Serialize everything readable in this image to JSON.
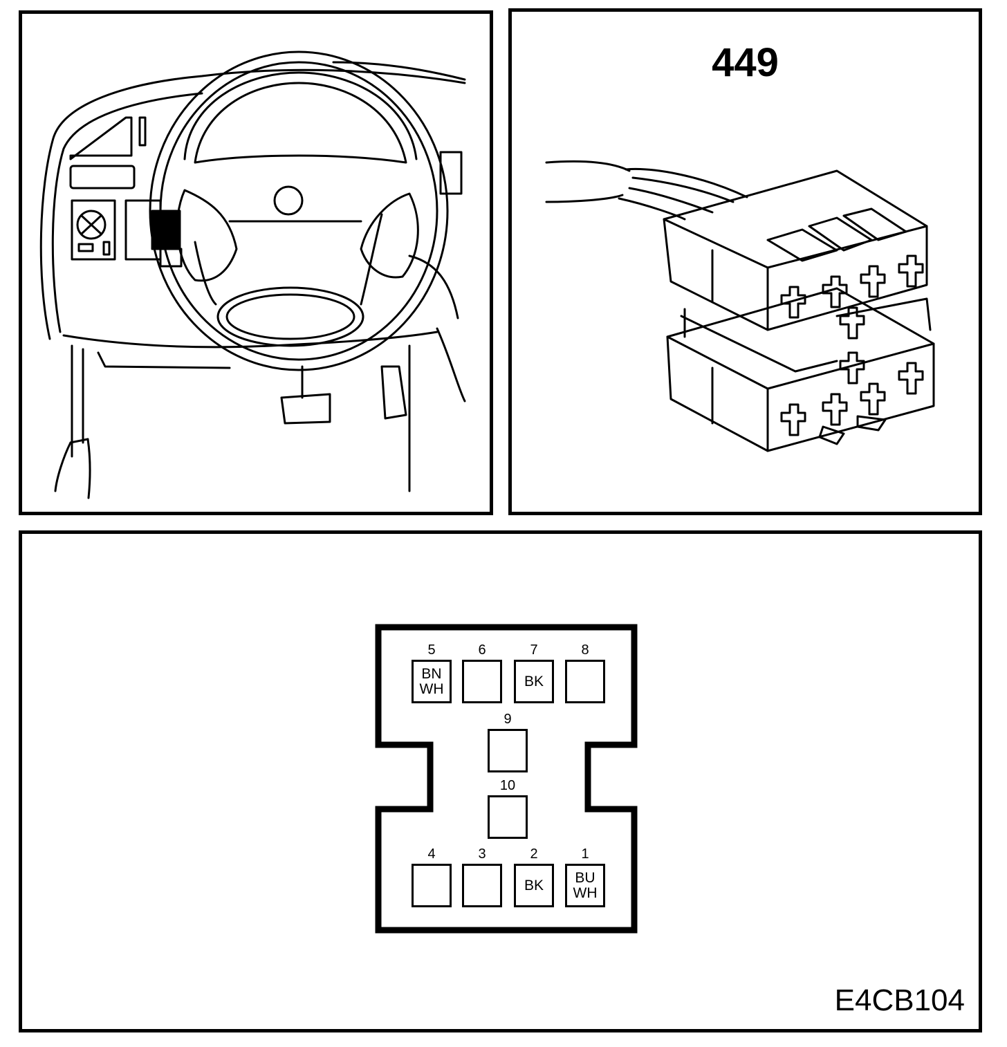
{
  "connector": {
    "number": "449",
    "reference": "E4CB104"
  },
  "pins": [
    {
      "num": "5",
      "wire": [
        "BN",
        "WH"
      ]
    },
    {
      "num": "6",
      "wire": []
    },
    {
      "num": "7",
      "wire": [
        "BK"
      ]
    },
    {
      "num": "8",
      "wire": []
    },
    {
      "num": "9",
      "wire": []
    },
    {
      "num": "10",
      "wire": []
    },
    {
      "num": "4",
      "wire": []
    },
    {
      "num": "3",
      "wire": []
    },
    {
      "num": "2",
      "wire": [
        "BK"
      ]
    },
    {
      "num": "1",
      "wire": [
        "BU",
        "WH"
      ]
    }
  ],
  "icons": {
    "location": "steering-wheel-dashboard-icon",
    "connector": "multi-pin-connector-icon",
    "highlight": "connector-location-marker-icon"
  }
}
